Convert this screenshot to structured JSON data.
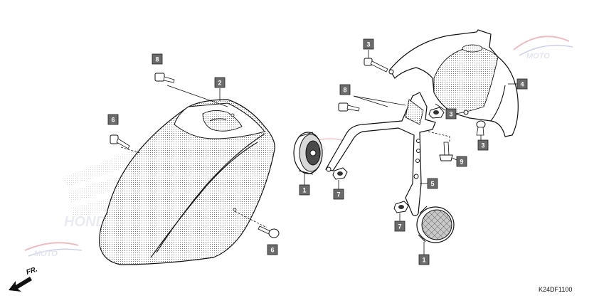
{
  "diagram": {
    "code": "K24DF1100",
    "direction_label": "FR.",
    "callouts": {
      "c1a": "1",
      "c1b": "1",
      "c2": "2",
      "c3a": "3",
      "c3b": "3",
      "c3c": "3",
      "c4": "4",
      "c5": "5",
      "c6a": "6",
      "c6b": "6",
      "c7a": "7",
      "c7b": "7",
      "c8a": "8",
      "c8b": "8",
      "c9": "9"
    },
    "watermark": {
      "logo_text": "MOTO",
      "emblem_text": "HONDA"
    },
    "colors": {
      "callout_fill": "#6b6b6b",
      "line": "#111111",
      "fender_fill": "#2b2b2b"
    }
  }
}
